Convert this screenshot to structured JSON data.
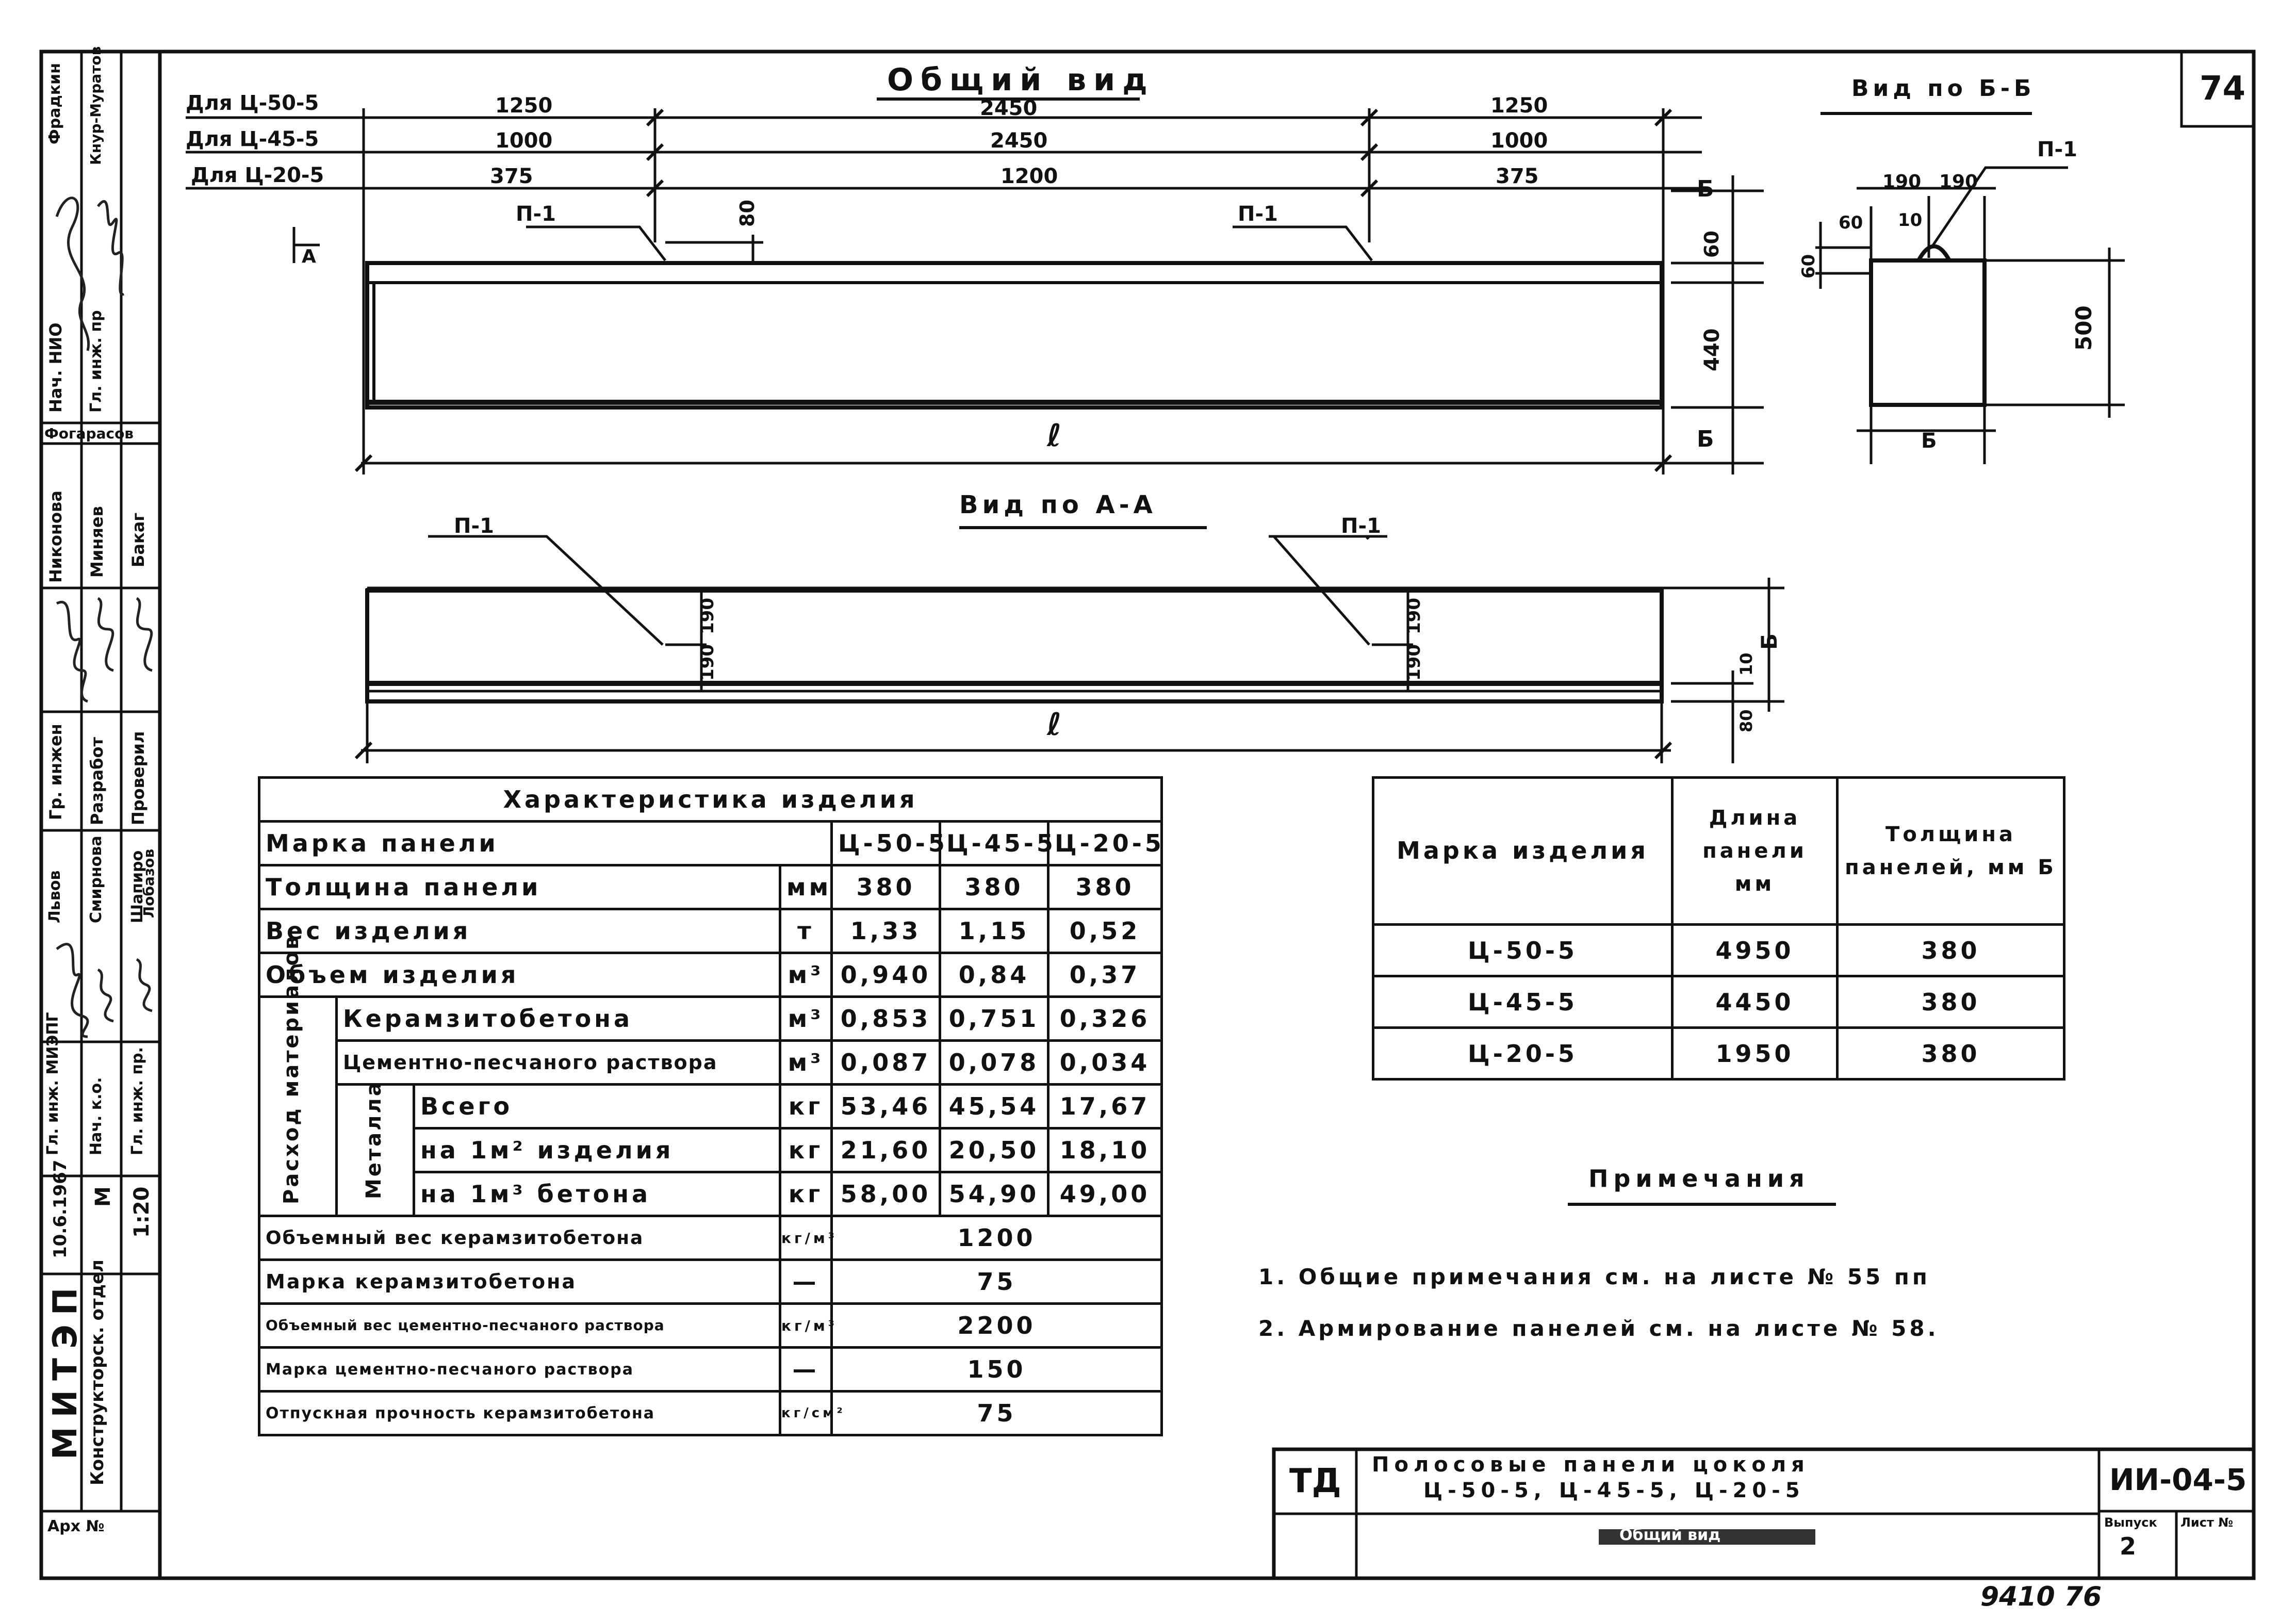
{
  "sheet": {
    "sheet_corner_number": "74",
    "scan_note": "9410  76"
  },
  "general_view": {
    "title": "Общий вид",
    "rows": [
      {
        "label": "Для Ц-50-5",
        "left": "1250",
        "mid": "2450",
        "right": "1250"
      },
      {
        "label": "Для Ц-45-5",
        "left": "1000",
        "mid": "2450",
        "right": "1000"
      },
      {
        "label": "Для Ц-20-5",
        "left": "375",
        "mid": "1200",
        "right": "375"
      }
    ],
    "dim_b": "Б",
    "dim_80": "80",
    "dim_60": "60",
    "dim_440": "440",
    "dim_l": "ℓ",
    "callout_p1_left": "П-1",
    "callout_p1_right": "П-1",
    "section_mark_a": "А"
  },
  "view_bb": {
    "title": "Вид по Б-Б",
    "callout": "П-1",
    "dim_190a": "190",
    "dim_190b": "190",
    "dim_60a": "60",
    "dim_10": "10",
    "dim_60b": "60",
    "dim_500": "500",
    "dim_b": "Б"
  },
  "view_aa": {
    "title": "Вид по А-А",
    "callout_left": "П-1",
    "callout_right": "П-1",
    "dim_190_1": "190",
    "dim_190_2": "190",
    "dim_190_3": "190",
    "dim_190_4": "190",
    "dim_10": "10",
    "dim_80": "80",
    "dim_b": "Б",
    "dim_l": "ℓ"
  },
  "characteristics": {
    "title": "Характеристика изделия",
    "header": {
      "label": "Марка панели",
      "cols": [
        "Ц-50-5",
        "Ц-45-5",
        "Ц-20-5"
      ]
    },
    "rows": [
      {
        "label": "Толщина панели",
        "unit": "мм",
        "v": [
          "380",
          "380",
          "380"
        ]
      },
      {
        "label": "Вес изделия",
        "unit": "т",
        "v": [
          "1,33",
          "1,15",
          "0,52"
        ]
      },
      {
        "label": "Объем изделия",
        "unit": "м³",
        "v": [
          "0,940",
          "0,84",
          "0,37"
        ]
      }
    ],
    "material_group": "Расход материалов",
    "material_rows": [
      {
        "label": "Керамзитобетона",
        "unit": "м³",
        "v": [
          "0,853",
          "0,751",
          "0,326"
        ]
      },
      {
        "label": "Цементно-песчаного раствора",
        "unit": "м³",
        "v": [
          "0,087",
          "0,078",
          "0,034"
        ]
      }
    ],
    "metal_group": "Металла",
    "metal_rows": [
      {
        "label": "Всего",
        "unit": "кг",
        "v": [
          "53,46",
          "45,54",
          "17,67"
        ]
      },
      {
        "label": "на 1м² изделия",
        "unit": "кг",
        "v": [
          "21,60",
          "20,50",
          "18,10"
        ]
      },
      {
        "label": "на 1м³ бетона",
        "unit": "кг",
        "v": [
          "58,00",
          "54,90",
          "49,00"
        ]
      }
    ],
    "single_rows": [
      {
        "label": "Объемный вес керамзитобетона",
        "unit": "кг/м³",
        "value": "1200"
      },
      {
        "label": "Марка керамзитобетона",
        "unit": "—",
        "value": "75"
      },
      {
        "label": "Объемный вес цементно-песчаного раствора",
        "unit": "кг/м³",
        "value": "2200"
      },
      {
        "label": "Марка цементно-песчаного раствора",
        "unit": "—",
        "value": "150"
      },
      {
        "label": "Отпускная прочность керамзитобетона",
        "unit": "кг/см²",
        "value": "75"
      }
    ]
  },
  "marks_table": {
    "headers": [
      "Марка изделия",
      "Длина панели мм",
      "Толщина панелей, мм Б"
    ],
    "rows": [
      [
        "Ц-50-5",
        "4950",
        "380"
      ],
      [
        "Ц-45-5",
        "4450",
        "380"
      ],
      [
        "Ц-20-5",
        "1950",
        "380"
      ]
    ]
  },
  "notes": {
    "title": "Примечания",
    "items": [
      "1. Общие примечания см. на листе № 55 пп",
      "2. Армирование панелей см. на листе № 58."
    ]
  },
  "title_block": {
    "code": "ТД",
    "title_line1": "Полосовые панели цоколя",
    "title_line2": "Ц-50-5, Ц-45-5, Ц-20-5",
    "sheet_name": "Общий вид",
    "doc_number": "ИИ-04-5",
    "issue_label": "Выпуск",
    "sheet_label": "Лист №",
    "issue_value": "2"
  },
  "side_stamp": {
    "org": "МИТЭП",
    "dept": "Конструкторск. отдел",
    "date": "10.6.1967",
    "scale_label": "М",
    "scale": "1:20",
    "arch": "Арх №",
    "roles": [
      "Гл. инж. МИЭПГ",
      "Нач. к.о.",
      "Гл. инж. пр.",
      "Гр. инжен",
      "Разработ",
      "Проверил",
      "Нач. НИО",
      "Гл. инж. пр"
    ],
    "names": [
      "Фрадкин",
      "Кнур-Муратов",
      "Фогарасов",
      "Никонова",
      "Миняев",
      "Бакаг",
      "Львов",
      "Смирнова",
      "Шапиро",
      "Лобазов"
    ]
  }
}
